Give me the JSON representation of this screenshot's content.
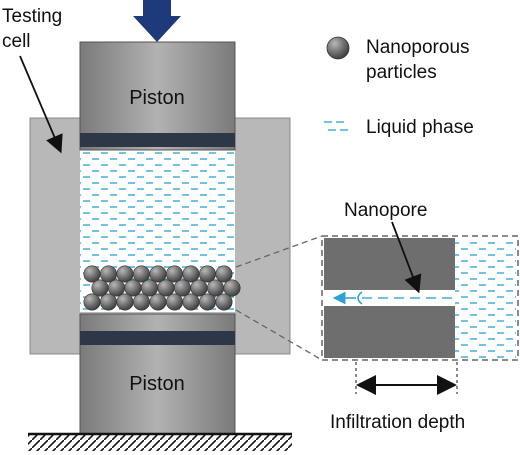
{
  "labels": {
    "testing_cell_line1": "Testing",
    "testing_cell_line2": "cell",
    "piston_top": "Piston",
    "piston_bottom": "Piston",
    "legend_particles_line1": "Nanoporous",
    "legend_particles_line2": "particles",
    "legend_liquid": "Liquid phase",
    "nanopore": "Nanopore",
    "infiltration_depth": "Infiltration depth"
  },
  "legend": [
    {
      "symbol": "particle",
      "label_key": "legend_particles"
    },
    {
      "symbol": "liquid-dashes",
      "label_key": "legend_liquid"
    }
  ],
  "colors": {
    "arrow_navy": "#1f3a7a",
    "piston_gray": "#8f8f8f",
    "piston_dark_band": "#2e3748",
    "cell_gray": "#b8b8b8",
    "liquid_blue": "#37a8d8",
    "particle_gray": "#6b6b6b",
    "zoom_box_gray": "#6e6e6e",
    "ground_black": "#111111"
  }
}
